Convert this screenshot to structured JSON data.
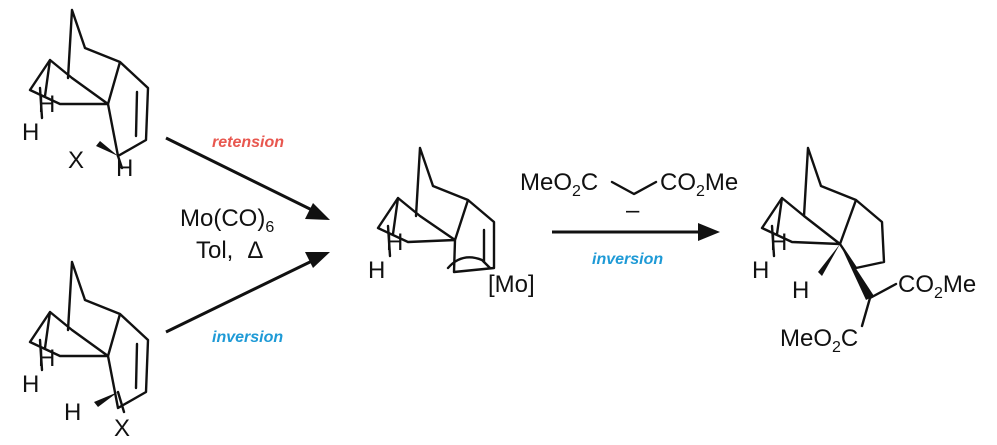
{
  "reagents": {
    "catalyst_main": "Mo(CO)",
    "catalyst_sub": "6",
    "conditions_solvent": "Tol,",
    "conditions_heat": "Δ"
  },
  "malonate": {
    "left_a": "MeO",
    "left_sub": "2",
    "left_b": "C",
    "right_a": "CO",
    "right_sub": "2",
    "right_b": "Me",
    "charge": "–"
  },
  "steps": {
    "top_label": "retension",
    "bottom_label": "inversion",
    "right_label": "inversion"
  },
  "atoms": {
    "x": "X",
    "h": "H",
    "metal": "[Mo]",
    "product_ester_right_a": "CO",
    "product_ester_right_sub": "2",
    "product_ester_right_b": "Me",
    "product_ester_left_a": "MeO",
    "product_ester_left_sub": "2",
    "product_ester_left_b": "C"
  },
  "colors": {
    "retension": "#e8574f",
    "inversion": "#1e9ad6",
    "ink": "#111111"
  }
}
